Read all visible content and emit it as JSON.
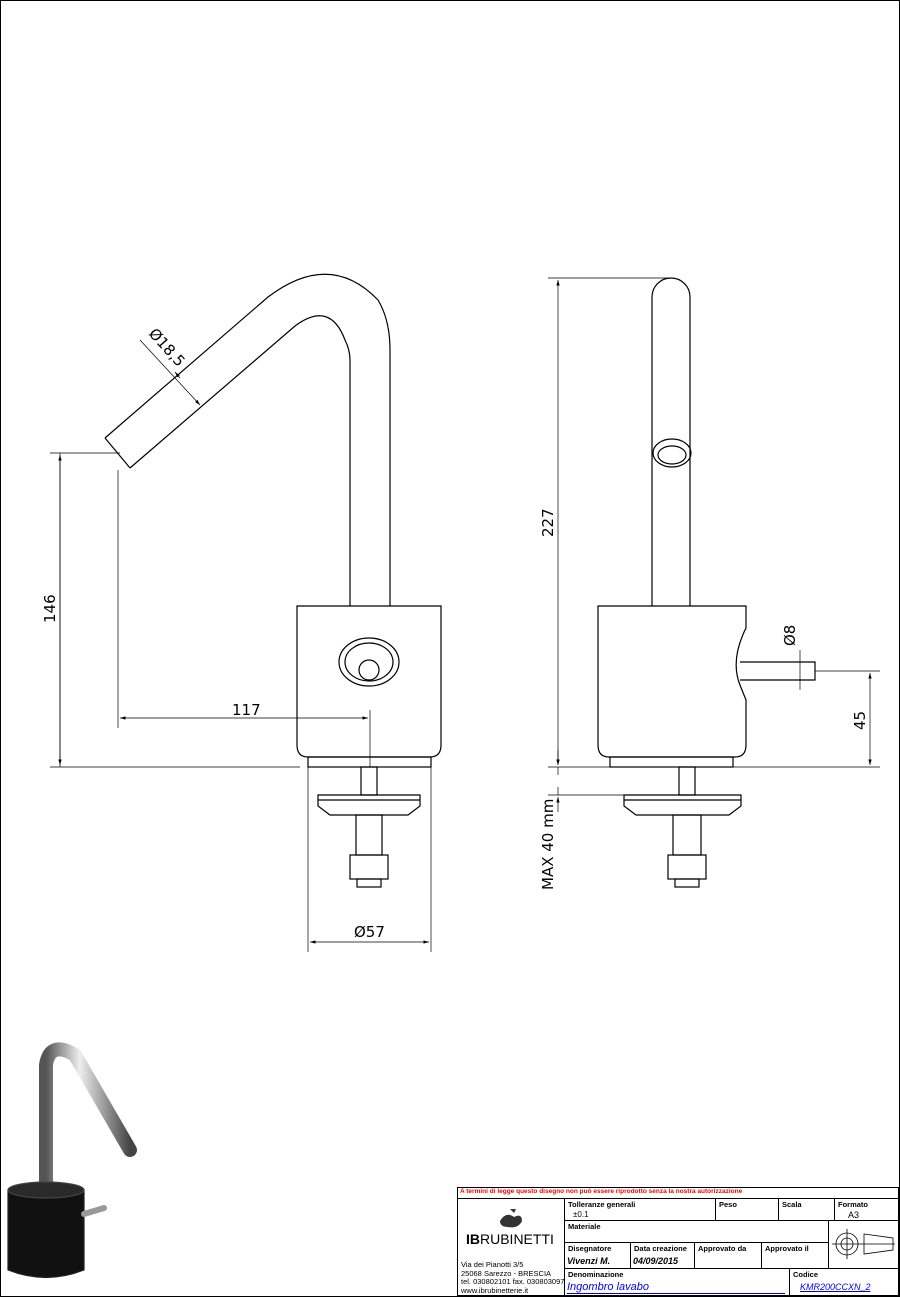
{
  "dimensions": {
    "spout_diameter": "Ø18,5",
    "height_spout": "146",
    "reach": "117",
    "base_diameter": "Ø57",
    "total_height": "227",
    "lever_diameter": "Ø8",
    "lever_height": "45",
    "max_deck": "MAX 40 mm"
  },
  "title_block": {
    "warning": "A termini di legge questo disegno non può essere riprodotto senza la nostra autorizzazione",
    "company": {
      "brand_bold": "IB",
      "brand": "RUBINETTI",
      "address": [
        "Via dei Pianotti 3/5",
        "25068 Sarezzo - BRESCIA",
        "tel. 030802101 fax. 030803097",
        "www.ibrubinetterie.it"
      ]
    },
    "tolleranze_label": "Tolleranze generali",
    "tolleranze_value": "±0.1",
    "peso_label": "Peso",
    "scala_label": "Scala",
    "formato_label": "Formato",
    "formato_value": "A3",
    "materiale_label": "Materiale",
    "disegnatore_label": "Disegnatore",
    "disegnatore_value": "Vivenzi M.",
    "data_label": "Data creazione",
    "data_value": "04/09/2015",
    "approvato_da_label": "Approvato da",
    "approvato_il_label": "Approvato il",
    "denominazione_label": "Denominazione",
    "denominazione_value": "Ingombro lavabo",
    "codice_label": "Codice",
    "codice_value": "KMR200CCXN_2",
    "colors": {
      "warning": "#ff0000",
      "link": "#0000ee"
    }
  }
}
